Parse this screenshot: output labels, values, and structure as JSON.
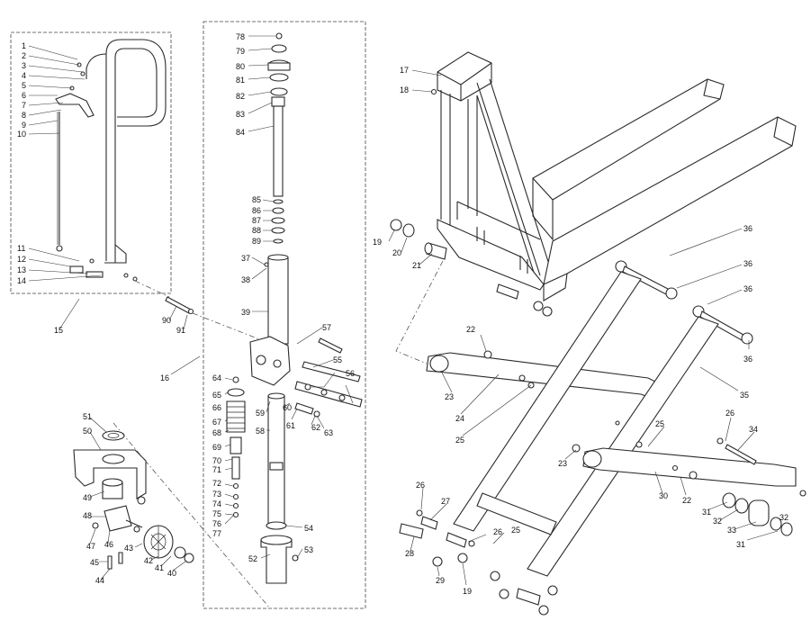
{
  "labels": {
    "l1": "1",
    "l2": "2",
    "l3": "3",
    "l4": "4",
    "l5": "5",
    "l6": "6",
    "l7": "7",
    "l8": "8",
    "l9": "9",
    "l10": "10",
    "l11": "11",
    "l12": "12",
    "l13": "13",
    "l14": "14",
    "l15": "15",
    "l16": "16",
    "l17": "17",
    "l18": "18",
    "l19": "19",
    "l19b": "19",
    "l20": "20",
    "l21": "21",
    "l22": "22",
    "l22b": "22",
    "l23": "23",
    "l23b": "23",
    "l24": "24",
    "l25": "25",
    "l25b": "25",
    "l25c": "25",
    "l26": "26",
    "l26b": "26",
    "l26c": "26",
    "l27": "27",
    "l28": "28",
    "l29": "29",
    "l30": "30",
    "l31": "31",
    "l31b": "31",
    "l32": "32",
    "l32b": "32",
    "l33": "33",
    "l34": "34",
    "l35": "35",
    "l36a": "36",
    "l36b": "36",
    "l36c": "36",
    "l36d": "36",
    "l37": "37",
    "l38": "38",
    "l39": "39",
    "l40": "40",
    "l41": "41",
    "l42": "42",
    "l43": "43",
    "l44": "44",
    "l45": "45",
    "l46": "46",
    "l47": "47",
    "l48": "48",
    "l49": "49",
    "l50": "50",
    "l51": "51",
    "l52": "52",
    "l53": "53",
    "l54": "54",
    "l55": "55",
    "l56": "56",
    "l57": "57",
    "l58": "58",
    "l59": "59",
    "l60": "60",
    "l61": "61",
    "l62": "62",
    "l63": "63",
    "l64": "64",
    "l65": "65",
    "l66": "66",
    "l67": "67",
    "l68": "68",
    "l69": "69",
    "l70": "70",
    "l71": "71",
    "l72": "72",
    "l73": "73",
    "l74": "74",
    "l75": "75",
    "l76": "76",
    "l77": "77",
    "l78": "78",
    "l79": "79",
    "l80": "80",
    "l81": "81",
    "l82": "82",
    "l83": "83",
    "l84": "84",
    "l85": "85",
    "l86": "86",
    "l87": "87",
    "l88": "88",
    "l89": "89",
    "l90": "90",
    "l91": "91"
  }
}
